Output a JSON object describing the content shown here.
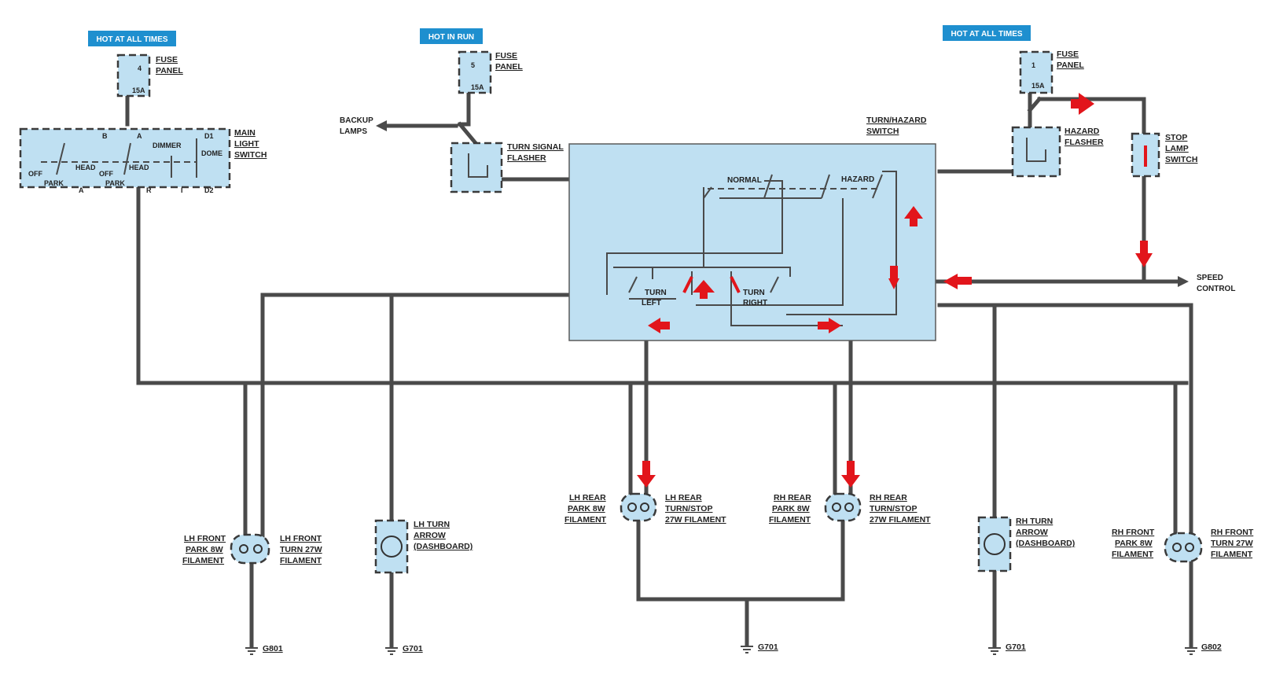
{
  "tags": {
    "hot_all_times_left": "HOT AT ALL TIMES",
    "hot_in_run": "HOT IN RUN",
    "hot_all_times_right": "HOT AT ALL TIMES"
  },
  "fuses": {
    "left": {
      "num": "4",
      "amp": "15A",
      "label1": "FUSE",
      "label2": "PANEL"
    },
    "center": {
      "num": "5",
      "amp": "15A",
      "label1": "FUSE",
      "label2": "PANEL"
    },
    "right": {
      "num": "1",
      "amp": "15A",
      "label1": "FUSE",
      "label2": "PANEL"
    }
  },
  "main_light_switch": {
    "label": [
      "MAIN",
      "LIGHT",
      "SWITCH"
    ],
    "terminals": {
      "b": "B",
      "a_top": "A",
      "a_bottom": "A",
      "r": "R",
      "d1": "D1",
      "d2": "D2",
      "i": "I"
    },
    "positions": {
      "off1": "OFF",
      "head1": "HEAD",
      "park1": "PARK",
      "off2": "OFF",
      "head2": "HEAD",
      "park2": "PARK",
      "dimmer": "DIMMER",
      "dome": "DOME"
    }
  },
  "backup_lamps": [
    "BACKUP",
    "LAMPS"
  ],
  "turn_signal_flasher": [
    "TURN SIGNAL",
    "FLASHER"
  ],
  "turn_hazard_switch": {
    "label": [
      "TURN/HAZARD",
      "SWITCH"
    ],
    "normal": "NORMAL",
    "hazard": "HAZARD",
    "turn_left": [
      "TURN",
      "LEFT"
    ],
    "turn_right": [
      "TURN",
      "RIGHT"
    ]
  },
  "hazard_flasher": [
    "HAZARD",
    "FLASHER"
  ],
  "stop_lamp_switch": [
    "STOP",
    "LAMP",
    "SWITCH"
  ],
  "speed_control": [
    "SPEED",
    "CONTROL"
  ],
  "lamps": {
    "lh_front_park": [
      "LH FRONT",
      "PARK 8W",
      "FILAMENT"
    ],
    "lh_front_turn": [
      "LH FRONT",
      "TURN 27W",
      "FILAMENT"
    ],
    "lh_turn_arrow": [
      "LH TURN",
      "ARROW",
      "(DASHBOARD)"
    ],
    "lh_rear_park": [
      "LH REAR",
      "PARK 8W",
      "FILAMENT"
    ],
    "lh_rear_turn": [
      "LH REAR",
      "TURN/STOP",
      "27W FILAMENT"
    ],
    "rh_rear_park": [
      "RH REAR",
      "PARK 8W",
      "FILAMENT"
    ],
    "rh_rear_turn": [
      "RH REAR",
      "TURN/STOP",
      "27W FILAMENT"
    ],
    "rh_turn_arrow": [
      "RH TURN",
      "ARROW",
      "(DASHBOARD)"
    ],
    "rh_front_park": [
      "RH FRONT",
      "PARK 8W",
      "FILAMENT"
    ],
    "rh_front_turn": [
      "RH FRONT",
      "TURN 27W",
      "FILAMENT"
    ]
  },
  "grounds": {
    "g801": "G801",
    "g701_left": "G701",
    "g701_center": "G701",
    "g701_right": "G701",
    "g802": "G802"
  },
  "colors": {
    "wire": "#4a4a4a",
    "component": "#bfe0f2",
    "tag": "#1e8fcf",
    "arrow": "#e2151b"
  }
}
